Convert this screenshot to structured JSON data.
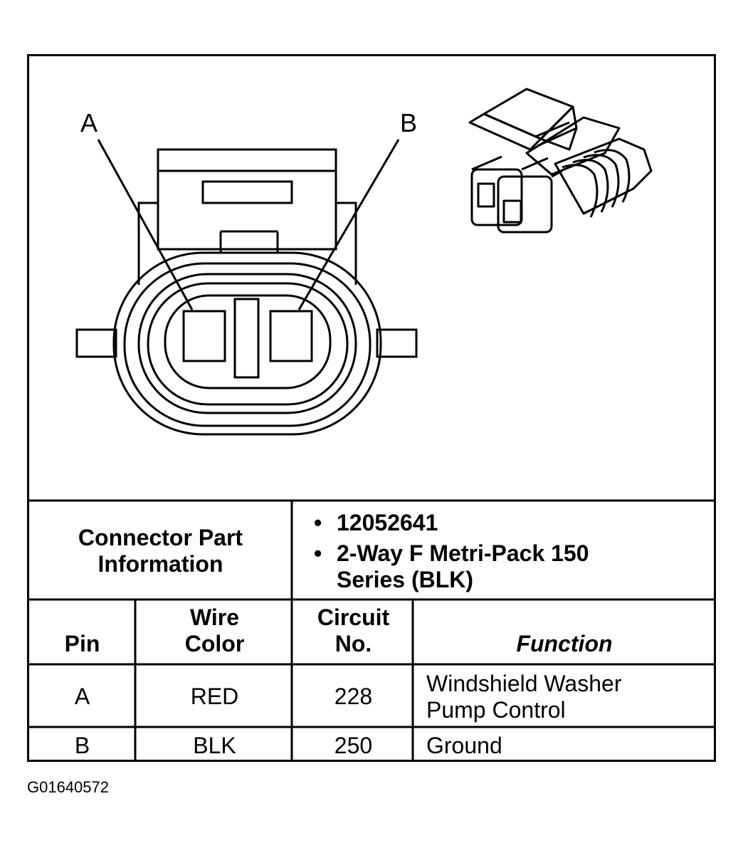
{
  "diagram": {
    "label_a": "A",
    "label_b": "B"
  },
  "part_info": {
    "header": "Connector Part Information",
    "items": [
      "12052641",
      "2-Way F Metri-Pack 150 Series (BLK)"
    ]
  },
  "table": {
    "columns": [
      "Pin",
      "Wire Color",
      "Circuit No.",
      "Function"
    ],
    "rows": [
      {
        "pin": "A",
        "wire_color": "RED",
        "circuit": "228",
        "function": "Windshield Washer Pump Control"
      },
      {
        "pin": "B",
        "wire_color": "BLK",
        "circuit": "250",
        "function": "Ground"
      }
    ]
  },
  "figure_id": "G01640572"
}
